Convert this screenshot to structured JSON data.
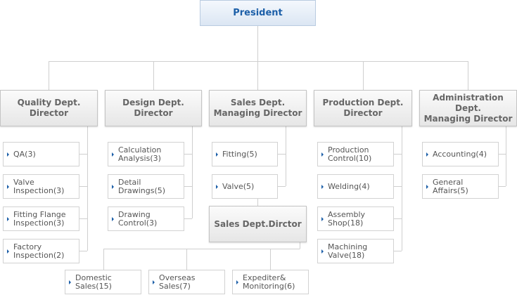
{
  "president": "President",
  "directors": [
    {
      "label": "Quality Dept. Director"
    },
    {
      "label": "Design Dept. Director"
    },
    {
      "label": "Sales Dept.\nManaging Director"
    },
    {
      "label": "Production Dept.\nDirector"
    },
    {
      "label": "Administration Dept.\nManaging Director"
    }
  ],
  "sub_director": "Sales Dept.Dirctor",
  "quality": [
    "QA(3)",
    "Valve\nInspection(3)",
    "Fitting Flange\nInspection(3)",
    "Factory\nInspection(2)"
  ],
  "design": [
    "Calculation\nAnalysis(3)",
    "Detail\nDrawings(5)",
    "Drawing\nControl(3)"
  ],
  "sales": [
    "Fitting(5)",
    "Valve(5)"
  ],
  "production": [
    "Production\nControl(10)",
    "Welding(4)",
    "Assembly\nShop(18)",
    "Machining\nValve(18)"
  ],
  "administration": [
    "Accounting(4)",
    "General\nAffairs(5)"
  ],
  "sales_sub": [
    "Domestic\nSales(15)",
    "Overseas\nSales(7)",
    "Expediter&\nMonitoring(6)"
  ]
}
